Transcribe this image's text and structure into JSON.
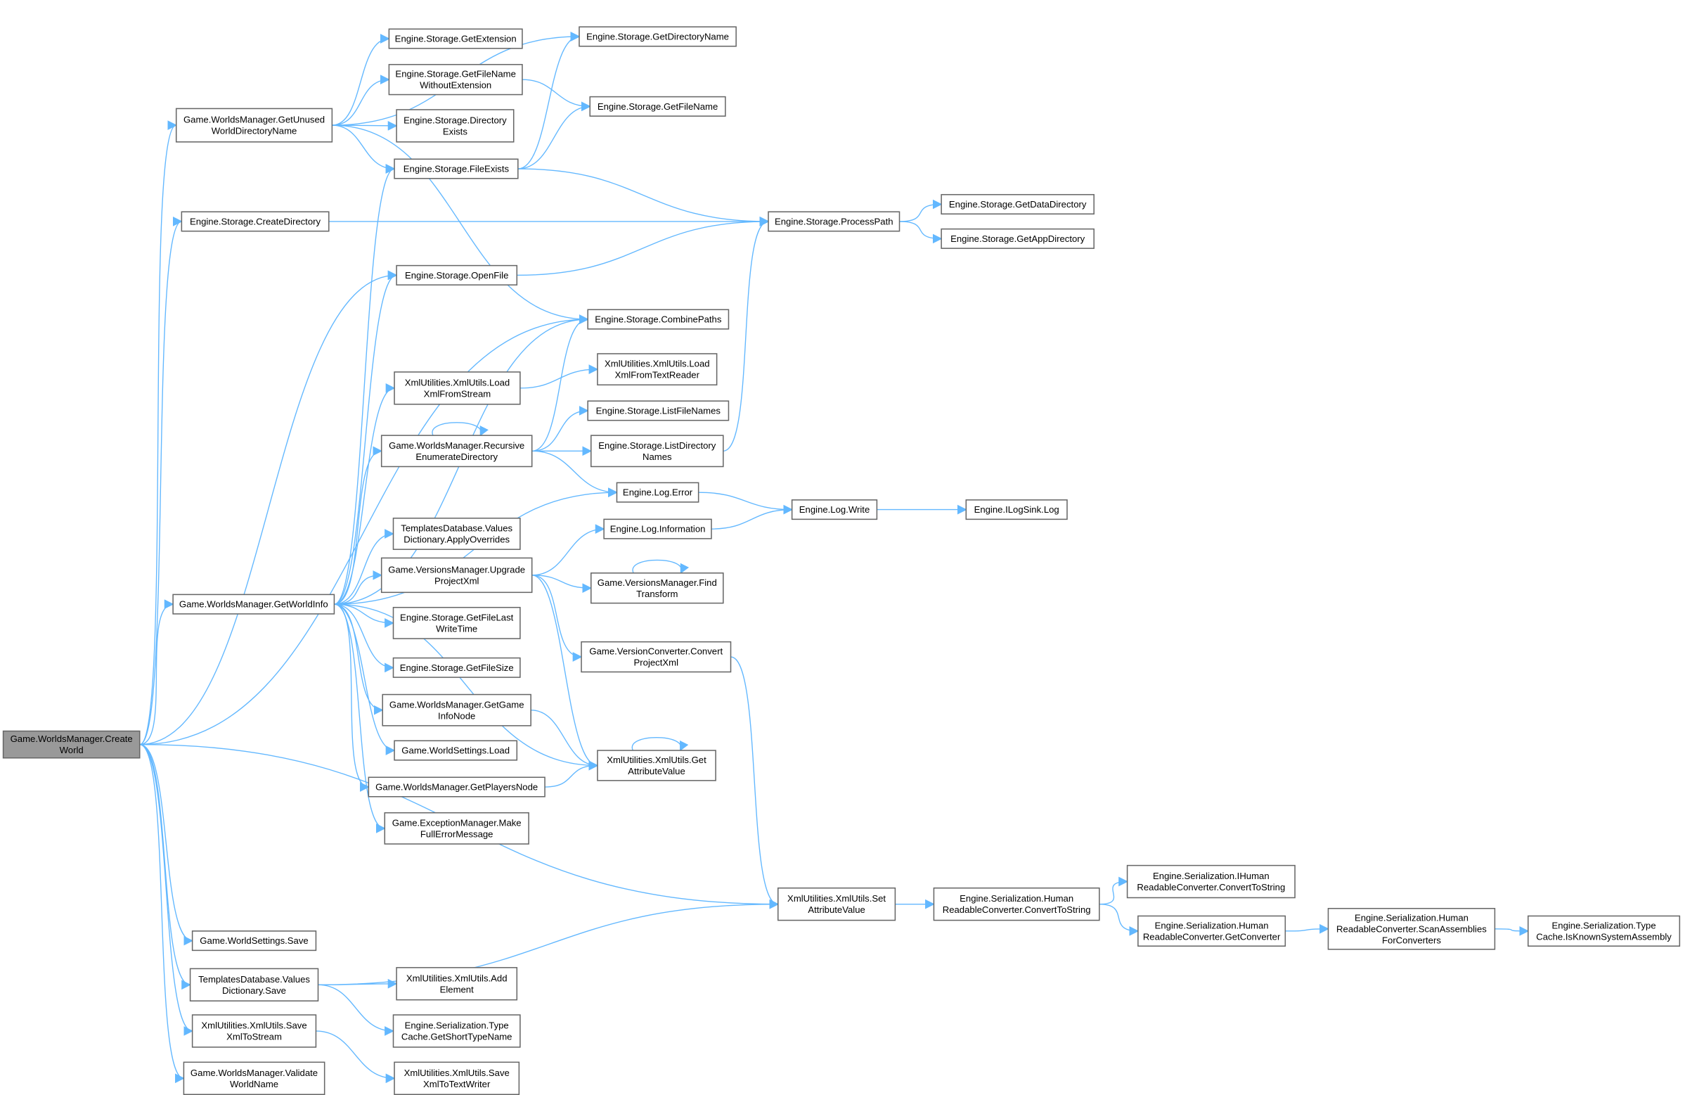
{
  "title": "Game.WorldsManager.CreateWorld call graph",
  "colors": {
    "edge": "#63b8ff",
    "root_fill": "#999999",
    "node_border": "#666666"
  },
  "nodes": [
    {
      "id": "createWorld",
      "lines": [
        "Game.WorldsManager.Create",
        "World"
      ],
      "root": true
    },
    {
      "id": "getUnused",
      "lines": [
        "Game.WorldsManager.GetUnused",
        "WorldDirectoryName"
      ]
    },
    {
      "id": "createDirectory",
      "lines": [
        "Engine.Storage.CreateDirectory"
      ]
    },
    {
      "id": "getExtension",
      "lines": [
        "Engine.Storage.GetExtension"
      ]
    },
    {
      "id": "getFileNameWoExt",
      "lines": [
        "Engine.Storage.GetFileName",
        "WithoutExtension"
      ]
    },
    {
      "id": "directoryExists",
      "lines": [
        "Engine.Storage.Directory",
        "Exists"
      ]
    },
    {
      "id": "fileExists",
      "lines": [
        "Engine.Storage.FileExists"
      ]
    },
    {
      "id": "openFile",
      "lines": [
        "Engine.Storage.OpenFile"
      ]
    },
    {
      "id": "getDirectoryName",
      "lines": [
        "Engine.Storage.GetDirectoryName"
      ]
    },
    {
      "id": "getFileName",
      "lines": [
        "Engine.Storage.GetFileName"
      ]
    },
    {
      "id": "combinePaths",
      "lines": [
        "Engine.Storage.CombinePaths"
      ]
    },
    {
      "id": "loadXmlFromStream",
      "lines": [
        "XmlUtilities.XmlUtils.Load",
        "XmlFromStream"
      ]
    },
    {
      "id": "loadXmlFromTextReader",
      "lines": [
        "XmlUtilities.XmlUtils.Load",
        "XmlFromTextReader"
      ]
    },
    {
      "id": "recursiveEnum",
      "lines": [
        "Game.WorldsManager.Recursive",
        "EnumerateDirectory"
      ]
    },
    {
      "id": "listFileNames",
      "lines": [
        "Engine.Storage.ListFileNames"
      ]
    },
    {
      "id": "listDirectoryNames",
      "lines": [
        "Engine.Storage.ListDirectory",
        "Names"
      ]
    },
    {
      "id": "logError",
      "lines": [
        "Engine.Log.Error"
      ]
    },
    {
      "id": "applyOverrides",
      "lines": [
        "TemplatesDatabase.Values",
        "Dictionary.ApplyOverrides"
      ]
    },
    {
      "id": "upgradeProjectXml",
      "lines": [
        "Game.VersionsManager.Upgrade",
        "ProjectXml"
      ]
    },
    {
      "id": "logInformation",
      "lines": [
        "Engine.Log.Information"
      ]
    },
    {
      "id": "findTransform",
      "lines": [
        "Game.VersionsManager.Find",
        "Transform"
      ]
    },
    {
      "id": "getWorldInfo",
      "lines": [
        "Game.WorldsManager.GetWorldInfo"
      ]
    },
    {
      "id": "getFileLastWriteTime",
      "lines": [
        "Engine.Storage.GetFileLast",
        "WriteTime"
      ]
    },
    {
      "id": "getFileSize",
      "lines": [
        "Engine.Storage.GetFileSize"
      ]
    },
    {
      "id": "convertProjectXml",
      "lines": [
        "Game.VersionConverter.Convert",
        "ProjectXml"
      ]
    },
    {
      "id": "getGameInfoNode",
      "lines": [
        "Game.WorldsManager.GetGame",
        "InfoNode"
      ]
    },
    {
      "id": "worldSettingsLoad",
      "lines": [
        "Game.WorldSettings.Load"
      ]
    },
    {
      "id": "getAttributeValue",
      "lines": [
        "XmlUtilities.XmlUtils.Get",
        "AttributeValue"
      ]
    },
    {
      "id": "getPlayersNode",
      "lines": [
        "Game.WorldsManager.GetPlayersNode"
      ]
    },
    {
      "id": "makeFullErrorMessage",
      "lines": [
        "Game.ExceptionManager.Make",
        "FullErrorMessage"
      ]
    },
    {
      "id": "worldSettingsSave",
      "lines": [
        "Game.WorldSettings.Save"
      ]
    },
    {
      "id": "valuesDictionarySave",
      "lines": [
        "TemplatesDatabase.Values",
        "Dictionary.Save"
      ]
    },
    {
      "id": "addElement",
      "lines": [
        "XmlUtilities.XmlUtils.Add",
        "Element"
      ]
    },
    {
      "id": "getShortTypeName",
      "lines": [
        "Engine.Serialization.Type",
        "Cache.GetShortTypeName"
      ]
    },
    {
      "id": "saveXmlToStream",
      "lines": [
        "XmlUtilities.XmlUtils.Save",
        "XmlToStream"
      ]
    },
    {
      "id": "validateWorldName",
      "lines": [
        "Game.WorldsManager.Validate",
        "WorldName"
      ]
    },
    {
      "id": "saveXmlToTextWriter",
      "lines": [
        "XmlUtilities.XmlUtils.Save",
        "XmlToTextWriter"
      ]
    },
    {
      "id": "processPath",
      "lines": [
        "Engine.Storage.ProcessPath"
      ]
    },
    {
      "id": "getDataDirectory",
      "lines": [
        "Engine.Storage.GetDataDirectory"
      ]
    },
    {
      "id": "getAppDirectory",
      "lines": [
        "Engine.Storage.GetAppDirectory"
      ]
    },
    {
      "id": "logWrite",
      "lines": [
        "Engine.Log.Write"
      ]
    },
    {
      "id": "iLogSinkLog",
      "lines": [
        "Engine.ILogSink.Log"
      ]
    },
    {
      "id": "setAttributeValue",
      "lines": [
        "XmlUtilities.XmlUtils.Set",
        "AttributeValue"
      ]
    },
    {
      "id": "hrcConvertToString",
      "lines": [
        "Engine.Serialization.Human",
        "ReadableConverter.ConvertToString"
      ]
    },
    {
      "id": "ihrcConvertToString",
      "lines": [
        "Engine.Serialization.IHuman",
        "ReadableConverter.ConvertToString"
      ]
    },
    {
      "id": "getConverter",
      "lines": [
        "Engine.Serialization.Human",
        "ReadableConverter.GetConverter"
      ]
    },
    {
      "id": "scanAssemblies",
      "lines": [
        "Engine.Serialization.Human",
        "ReadableConverter.ScanAssemblies",
        "ForConverters"
      ]
    },
    {
      "id": "isKnownSystemAssembly",
      "lines": [
        "Engine.Serialization.Type",
        "Cache.IsKnownSystemAssembly"
      ]
    }
  ],
  "edges": [
    [
      "createWorld",
      "getUnused"
    ],
    [
      "createWorld",
      "createDirectory"
    ],
    [
      "createWorld",
      "openFile"
    ],
    [
      "createWorld",
      "combinePaths"
    ],
    [
      "createWorld",
      "getWorldInfo"
    ],
    [
      "createWorld",
      "setAttributeValue"
    ],
    [
      "createWorld",
      "worldSettingsSave"
    ],
    [
      "createWorld",
      "valuesDictionarySave"
    ],
    [
      "createWorld",
      "saveXmlToStream"
    ],
    [
      "createWorld",
      "validateWorldName"
    ],
    [
      "getUnused",
      "getDirectoryName"
    ],
    [
      "getUnused",
      "getExtension"
    ],
    [
      "getUnused",
      "getFileNameWoExt"
    ],
    [
      "getUnused",
      "directoryExists"
    ],
    [
      "getUnused",
      "fileExists"
    ],
    [
      "getUnused",
      "combinePaths"
    ],
    [
      "getFileNameWoExt",
      "getFileName"
    ],
    [
      "fileExists",
      "getDirectoryName"
    ],
    [
      "fileExists",
      "getFileName"
    ],
    [
      "fileExists",
      "processPath"
    ],
    [
      "createDirectory",
      "processPath"
    ],
    [
      "openFile",
      "processPath"
    ],
    [
      "processPath",
      "getDataDirectory"
    ],
    [
      "processPath",
      "getAppDirectory"
    ],
    [
      "getWorldInfo",
      "fileExists"
    ],
    [
      "getWorldInfo",
      "openFile"
    ],
    [
      "getWorldInfo",
      "combinePaths"
    ],
    [
      "getWorldInfo",
      "loadXmlFromStream"
    ],
    [
      "getWorldInfo",
      "recursiveEnum"
    ],
    [
      "getWorldInfo",
      "logError"
    ],
    [
      "getWorldInfo",
      "applyOverrides"
    ],
    [
      "getWorldInfo",
      "upgradeProjectXml"
    ],
    [
      "getWorldInfo",
      "getFileLastWriteTime"
    ],
    [
      "getWorldInfo",
      "getFileSize"
    ],
    [
      "getWorldInfo",
      "getGameInfoNode"
    ],
    [
      "getWorldInfo",
      "worldSettingsLoad"
    ],
    [
      "getWorldInfo",
      "getPlayersNode"
    ],
    [
      "getWorldInfo",
      "makeFullErrorMessage"
    ],
    [
      "getWorldInfo",
      "getAttributeValue"
    ],
    [
      "loadXmlFromStream",
      "loadXmlFromTextReader"
    ],
    [
      "recursiveEnum",
      "recursiveEnum"
    ],
    [
      "recursiveEnum",
      "combinePaths"
    ],
    [
      "recursiveEnum",
      "listFileNames"
    ],
    [
      "recursiveEnum",
      "listDirectoryNames"
    ],
    [
      "recursiveEnum",
      "logError"
    ],
    [
      "listDirectoryNames",
      "processPath"
    ],
    [
      "logError",
      "logWrite"
    ],
    [
      "logInformation",
      "logWrite"
    ],
    [
      "logWrite",
      "iLogSinkLog"
    ],
    [
      "upgradeProjectXml",
      "logInformation"
    ],
    [
      "upgradeProjectXml",
      "findTransform"
    ],
    [
      "upgradeProjectXml",
      "convertProjectXml"
    ],
    [
      "upgradeProjectXml",
      "getAttributeValue"
    ],
    [
      "findTransform",
      "findTransform"
    ],
    [
      "convertProjectXml",
      "setAttributeValue"
    ],
    [
      "getGameInfoNode",
      "getAttributeValue"
    ],
    [
      "getPlayersNode",
      "getAttributeValue"
    ],
    [
      "getAttributeValue",
      "getAttributeValue"
    ],
    [
      "valuesDictionarySave",
      "setAttributeValue"
    ],
    [
      "valuesDictionarySave",
      "addElement"
    ],
    [
      "valuesDictionarySave",
      "getShortTypeName"
    ],
    [
      "saveXmlToStream",
      "saveXmlToTextWriter"
    ],
    [
      "setAttributeValue",
      "hrcConvertToString"
    ],
    [
      "hrcConvertToString",
      "ihrcConvertToString"
    ],
    [
      "hrcConvertToString",
      "getConverter"
    ],
    [
      "getConverter",
      "scanAssemblies"
    ],
    [
      "scanAssemblies",
      "isKnownSystemAssembly"
    ]
  ]
}
